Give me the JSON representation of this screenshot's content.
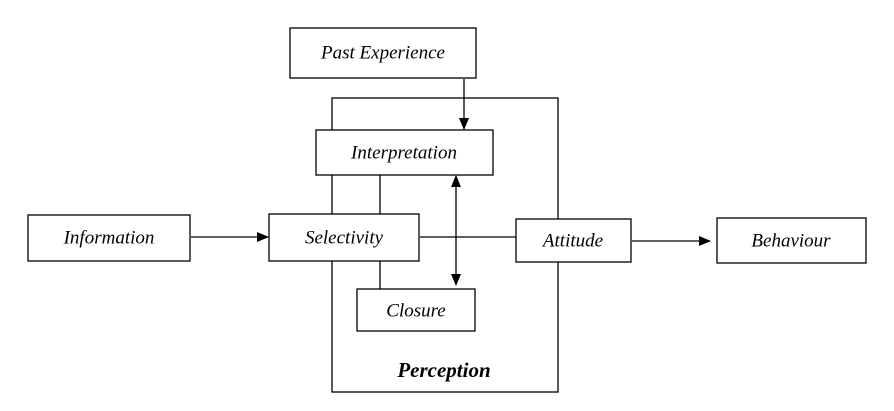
{
  "diagram": {
    "nodes": {
      "past_experience": "Past Experience",
      "interpretation": "Interpretation",
      "information": "Information",
      "selectivity": "Selectivity",
      "attitude": "Attitude",
      "behaviour": "Behaviour",
      "closure": "Closure"
    },
    "group_label": "Perception"
  }
}
